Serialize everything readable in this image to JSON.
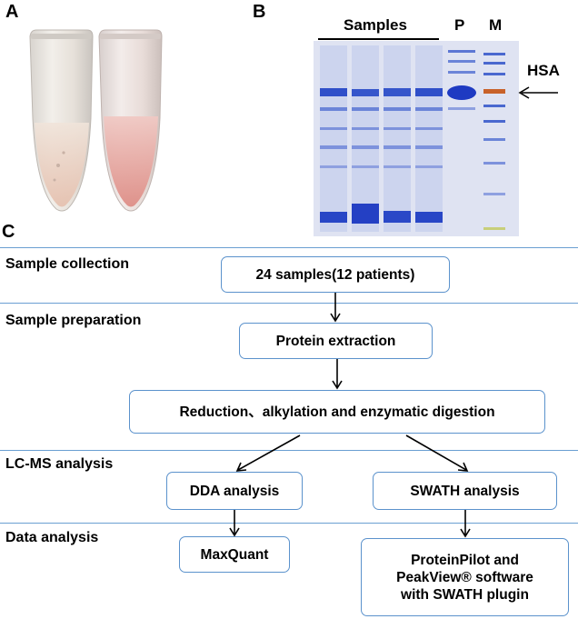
{
  "panels": {
    "a": "A",
    "b": "B",
    "c": "C"
  },
  "gel": {
    "samples_label": "Samples",
    "lane_p": "P",
    "lane_m": "M",
    "hsa_label": "HSA"
  },
  "stages": {
    "collection": "Sample collection",
    "preparation": "Sample preparation",
    "lcms": "LC-MS analysis",
    "data": "Data analysis"
  },
  "boxes": {
    "samples": "24 samples(12 patients)",
    "extraction": "Protein extraction",
    "digestion": "Reduction、alkylation and enzymatic digestion",
    "dda": "DDA analysis",
    "swath": "SWATH analysis",
    "maxquant": "MaxQuant",
    "proteinpilot_line1": "ProteinPilot and",
    "proteinpilot_line2": "PeakView® software",
    "proteinpilot_line3": "with SWATH  plugin"
  },
  "colors": {
    "rule": "#6a9fd2",
    "box_border": "#5b92cc",
    "gel_band": "#2f4fc9",
    "gel_background": "#dfe3f2",
    "hsa_marker": "#c8622a"
  }
}
